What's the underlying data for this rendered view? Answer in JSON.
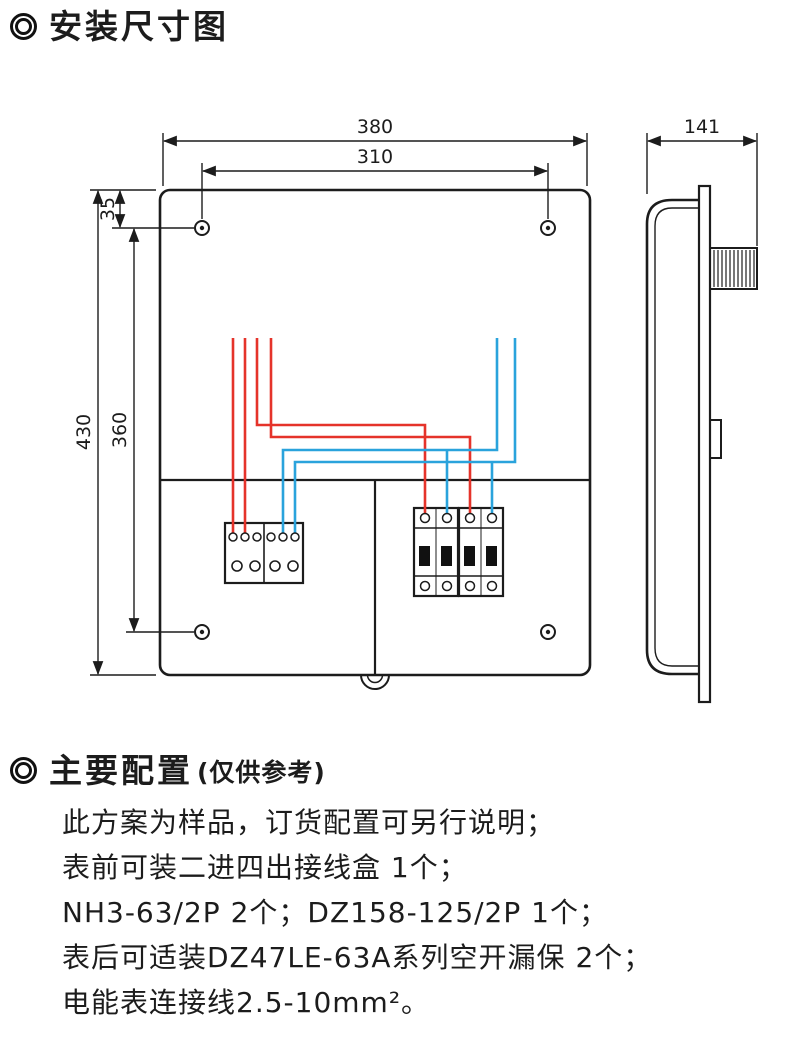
{
  "page": {
    "title": "安装尺寸图",
    "section2_title": "主要配置",
    "section2_suffix": "(仅供参考)"
  },
  "dimensions": {
    "width_outer": "380",
    "width_inner": "310",
    "hole_top_offset": "35",
    "height_outer": "430",
    "height_inner": "360",
    "depth": "141"
  },
  "config": {
    "lines": [
      "此方案为样品，订货配置可另行说明；",
      "表前可装二进四出接线盒 1个；",
      "NH3-63/2P 2个；DZ158-125/2P 1个；",
      "表后可适装DZ47LE-63A系列空开漏保 2个；",
      "电能表连接线2.5-10mm²。"
    ]
  },
  "colors": {
    "wire_red": "#e5332a",
    "wire_blue": "#2aa3dc",
    "line": "#1c1c1c"
  }
}
